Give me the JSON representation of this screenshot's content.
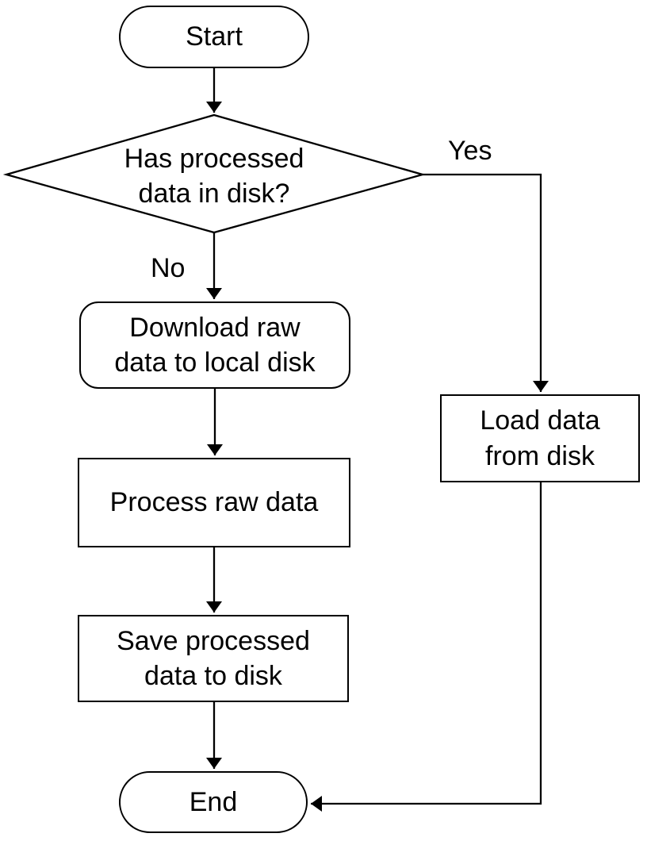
{
  "diagram": {
    "background_color": "#ffffff",
    "line_color": "#000000",
    "text_color": "#000000",
    "nodes": {
      "start": {
        "label": "Start",
        "shape": "terminator"
      },
      "decision": {
        "label": "Has processed\ndata in disk?",
        "shape": "decision-diamond"
      },
      "download": {
        "label": "Download raw\ndata to local disk",
        "shape": "rounded-rectangle"
      },
      "process": {
        "label": "Process raw data",
        "shape": "rectangle"
      },
      "save": {
        "label": "Save processed\ndata to disk",
        "shape": "rectangle"
      },
      "load": {
        "label": "Load data\nfrom disk",
        "shape": "rectangle"
      },
      "end": {
        "label": "End",
        "shape": "terminator"
      }
    },
    "edge_labels": {
      "yes": "Yes",
      "no": "No"
    }
  }
}
